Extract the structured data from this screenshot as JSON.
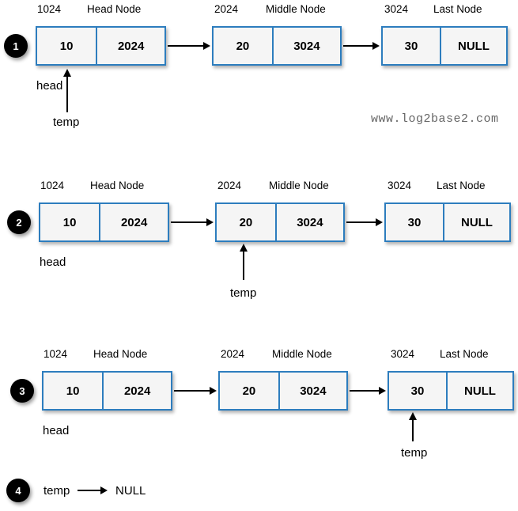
{
  "watermark": "www.log2base2.com",
  "colors": {
    "node_border": "#2d7dbe",
    "node_fill": "#f5f5f5",
    "badge_background": "#000000",
    "badge_text": "#ffffff",
    "label_text": "#000000",
    "watermark_text": "#666666"
  },
  "rows": [
    {
      "step": "1",
      "head_label": "head",
      "temp_label": "temp",
      "nodes": [
        {
          "address": "1024",
          "title": "Head Node",
          "data": "10",
          "next": "2024"
        },
        {
          "address": "2024",
          "title": "Middle Node",
          "data": "20",
          "next": "3024"
        },
        {
          "address": "3024",
          "title": "Last Node",
          "data": "30",
          "next": "NULL"
        }
      ]
    },
    {
      "step": "2",
      "head_label": "head",
      "temp_label": "temp",
      "nodes": [
        {
          "address": "1024",
          "title": "Head Node",
          "data": "10",
          "next": "2024"
        },
        {
          "address": "2024",
          "title": "Middle Node",
          "data": "20",
          "next": "3024"
        },
        {
          "address": "3024",
          "title": "Last Node",
          "data": "30",
          "next": "NULL"
        }
      ]
    },
    {
      "step": "3",
      "head_label": "head",
      "temp_label": "temp",
      "nodes": [
        {
          "address": "1024",
          "title": "Head Node",
          "data": "10",
          "next": "2024"
        },
        {
          "address": "2024",
          "title": "Middle Node",
          "data": "20",
          "next": "3024"
        },
        {
          "address": "3024",
          "title": "Last Node",
          "data": "30",
          "next": "NULL"
        }
      ]
    }
  ],
  "final_row": {
    "step": "4",
    "temp_label": "temp",
    "null_label": "NULL"
  }
}
